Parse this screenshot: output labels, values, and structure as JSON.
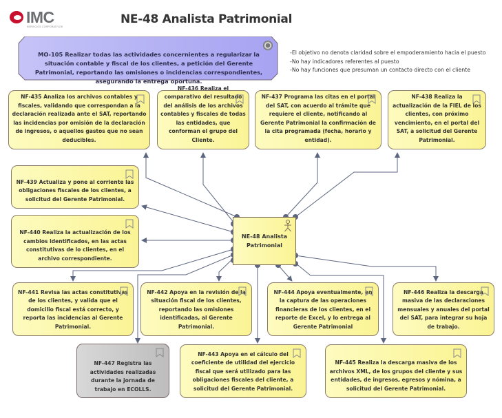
{
  "logo": {
    "text": "IMC",
    "subtitle": "SERVICIOS CORPORATIVOS",
    "icon": "imc-ring-logo",
    "color": "#c8102e"
  },
  "title": "NE-48 Analista Patrimonial",
  "objective": {
    "text": "MO-105 Realizar todas las actividades concernientes a regularizar la situación contable y fiscal de los clientes, a petición del Gerente Patrimonial, reportando las omisiones o incidencias correspondientes, asegurando la entrega oportuna.",
    "icon": "target-icon",
    "color": "#b4b0f5"
  },
  "notes": [
    "-El objetivo no denota claridad sobre el empoderamiento hacia el puesto",
    "-No hay indicadores referentes al puesto",
    "-No hay funciones que presuman un contacto directo con el cliente"
  ],
  "role": {
    "label": "NE-48 Analista Patrimonial",
    "icon": "actor-icon"
  },
  "functions": [
    {
      "id": "NF-435",
      "text": "NF-435 Analiza los archivos contables y fiscales, validando que correspondan a la declaración realizada ante el SAT, reportando las incidencias por omisión de la declaración de ingresos, o aquellos gastos que no sean deducibles.",
      "status": "active"
    },
    {
      "id": "NF-436",
      "text": "NF-436 Realiza el comparativo del resultado del análisis de los archivos contables y fiscales de todas las entidades, que conforman el grupo del Cliente.",
      "status": "active"
    },
    {
      "id": "NF-437",
      "text": "NF-437 Programa las citas en el portal del SAT, con acuerdo al trámite que requiere el cliente, notificando al Gerente Patrimonial la confirmación de la cita programada (fecha, horario y entidad).",
      "status": "active"
    },
    {
      "id": "NF-438",
      "text": "NF-438 Realiza la actualización de la FIEL de los clientes, con próximo vencimiento, en el portal del SAT, a solicitud del Gerente Patrimonial.",
      "status": "active"
    },
    {
      "id": "NF-439",
      "text": "NF-439 Actualiza y pone al corriente las obligaciones fiscales de los clientes, a solicitud del Gerente Patrimonial.",
      "status": "active"
    },
    {
      "id": "NF-440",
      "text": "NF-440 Realiza la actualización de los cambios identificados, en las actas constitutivas de lo clientes, en el archivo correspondiente.",
      "status": "active"
    },
    {
      "id": "NF-441",
      "text": "NF-441 Revisa las actas constitutivas de los clientes, y valida que el domicilio fiscal está correcto, y reporta las incidencias al Gerente Patrimonial.",
      "status": "active"
    },
    {
      "id": "NF-442",
      "text": "NF-442 Apoya en la revisión de la situación fiscal de los clientes, reportando las omisiones identificadas, al Gerente Patrimonial.",
      "status": "active"
    },
    {
      "id": "NF-444",
      "text": "NF-444 Apoya eventualmente, en la captura de las operaciones financieras de los clientes, en el reporte de Excel, y lo entrega al Gerente Patrimonial",
      "status": "active"
    },
    {
      "id": "NF-446",
      "text": "NF-446 Realiza la descarga masiva de las declaraciones mensuales y anuales del portal del SAT, para integrar su hoja de trabajo.",
      "status": "active"
    },
    {
      "id": "NF-447",
      "text": "NF-447 Registra las actividades realizadas durante la jornada de trabajo en ECOLLS.",
      "status": "inactive"
    },
    {
      "id": "NF-443",
      "text": "NF-443 Apoya en el cálculo del coeficiente de utilidad del ejercicio fiscal que será utilizado para las obligaciones fiscales del cliente, a solicitud del Gerente Patrimonial.",
      "status": "active"
    },
    {
      "id": "NF-445",
      "text": "NF-445 Realiza la descarga masiva de los archivos XML, de los grupos del cliente y sus entidades, de ingresos, egresos y nómina, a solicitud del Gerente Patrimonial.",
      "status": "active"
    }
  ],
  "colors": {
    "function_fill": "#fbf495",
    "inactive_fill": "#c8c8c8",
    "connector": "#5d6680",
    "border": "#8a7a6a"
  }
}
